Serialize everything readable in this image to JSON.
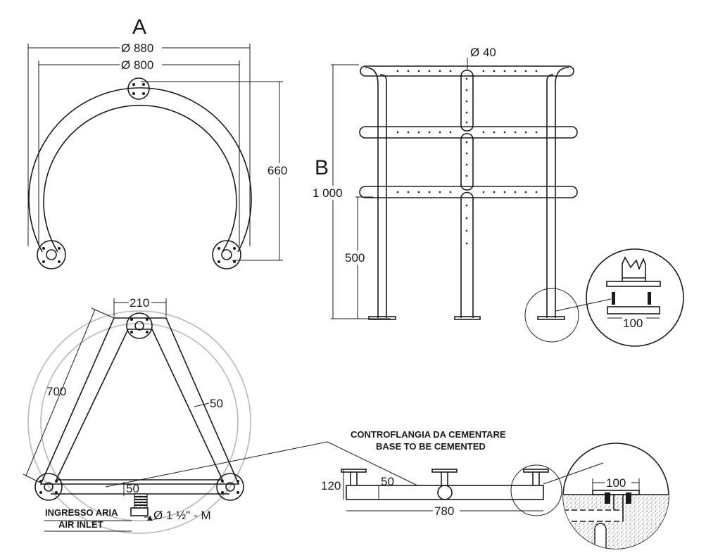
{
  "views": {
    "a": {
      "label": "A",
      "outer_diameter": "Ø 880",
      "inner_diameter": "Ø 800",
      "height": "660"
    },
    "b": {
      "label": "B",
      "tube_diameter": "Ø 40",
      "total_height": "1 000",
      "mid_height": "500",
      "flange_width": "100"
    },
    "c": {
      "top_width": "210",
      "side_length": "700",
      "tube": "50",
      "bar": "50",
      "air_inlet_it": "INGRESSO ARIA",
      "air_inlet_en": "AIR INLET",
      "fitting": "Ø 1 ½\" - M"
    },
    "d": {
      "title_it": "CONTROFLANGIA DA CEMENTARE",
      "title_en": "BASE TO BE CEMENTED",
      "height": "120",
      "thickness": "50",
      "length": "780",
      "flange_width": "100"
    }
  },
  "colors": {
    "line": "#1a1a1a",
    "guide": "#b8b8b8",
    "concrete": "#8a8a8a"
  }
}
